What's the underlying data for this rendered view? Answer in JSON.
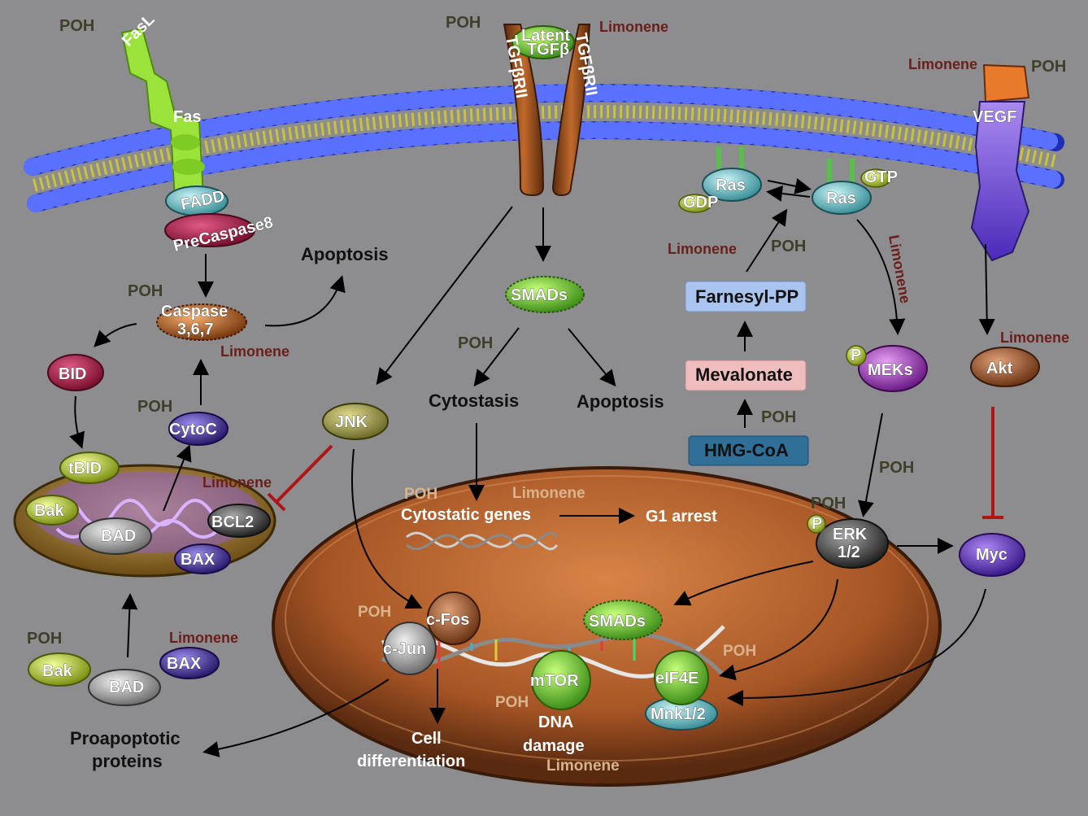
{
  "labels": {
    "fasl": "FasL",
    "fas": "Fas",
    "fadd": "FADD",
    "precaspase8": "PreCaspase8",
    "latent_tgfb_1": "Latent",
    "latent_tgfb_2": "TGFβ",
    "tgfbrii_left": "TGFβRII",
    "tgfbrii_right": "TGFβRII",
    "vegf": "VEGF",
    "ras_left": "Ras",
    "ras_right": "Ras",
    "gdp": "GDP",
    "gtp": "GTP",
    "apoptosis_top": "Apoptosis",
    "caspase_1": "Caspase",
    "caspase_2": "3,6,7",
    "bid": "BID",
    "tbid": "tBID",
    "cytoc": "CytoC",
    "bak_mito": "Bak",
    "bad_mito": "BAD",
    "bcl2": "BCL2",
    "bax_mito": "BAX",
    "bak_free": "Bak",
    "bad_free": "BAD",
    "bax_free": "BAX",
    "proapoptotic_1": "Proapoptotic",
    "proapoptotic_2": "proteins",
    "smads_top": "SMADs",
    "cytostasis": "Cytostasis",
    "apoptosis_mid": "Apoptosis",
    "jnk": "JNK",
    "farnesyl": "Farnesyl-PP",
    "mevalonate": "Mevalonate",
    "hmgcoa": "HMG-CoA",
    "meks": "MEKs",
    "p_meks": "P",
    "akt": "Akt",
    "erk_1": "ERK",
    "erk_2": "1/2",
    "p_erk": "P",
    "myc": "Myc",
    "cytostatic_genes": "Cytostatic genes",
    "g1_arrest": "G1 arrest",
    "cfos": "c-Fos",
    "cjun": "c-Jun",
    "smads_nuc": "SMADs",
    "mtor": "mTOR",
    "eif4e": "eIF4E",
    "mnk": "Mnk1/2",
    "cell_diff_1": "Cell",
    "cell_diff_2": "differentiation",
    "dna_damage_1": "DNA",
    "dna_damage_2": "damage"
  },
  "modulators": {
    "poh_fasl": "POH",
    "poh_tgf": "POH",
    "lim_tgf": "Limonene",
    "lim_vegf": "Limonene",
    "poh_vegf": "POH",
    "poh_caspase": "POH",
    "lim_caspase": "Limonene",
    "poh_cytoc": "POH",
    "lim_bcl2": "Limonene",
    "poh_bak": "POH",
    "lim_bax": "Limonene",
    "poh_smads": "POH",
    "lim_farnesyl": "Limonene",
    "poh_farnesyl": "POH",
    "poh_hmg": "POH",
    "lim_meks": "Limonene",
    "lim_akt": "Limonene",
    "poh_erk_a": "POH",
    "poh_erk_b": "POH",
    "poh_nuc_genes": "POH",
    "lim_nuc_genes": "Limonene",
    "poh_cfos": "POH",
    "poh_eif4e": "POH",
    "poh_mtor": "POH",
    "lim_dna": "Limonene"
  },
  "colors": {
    "background": "#8d8d8f",
    "membrane_head": "#1f2fb3",
    "membrane_tail": "#c9c23b",
    "fas_green": "#9be33a",
    "receptor_brown": "#9a4f1c",
    "nucleus_brown": "#b9642e",
    "vegf_purple": "#6b3fd0",
    "inhibitor_red": "#b01515",
    "farnesyl_box": "#a9c4ef",
    "mevalonate_box": "#efbdbd",
    "hmgcoa_box": "#2f6f98"
  }
}
